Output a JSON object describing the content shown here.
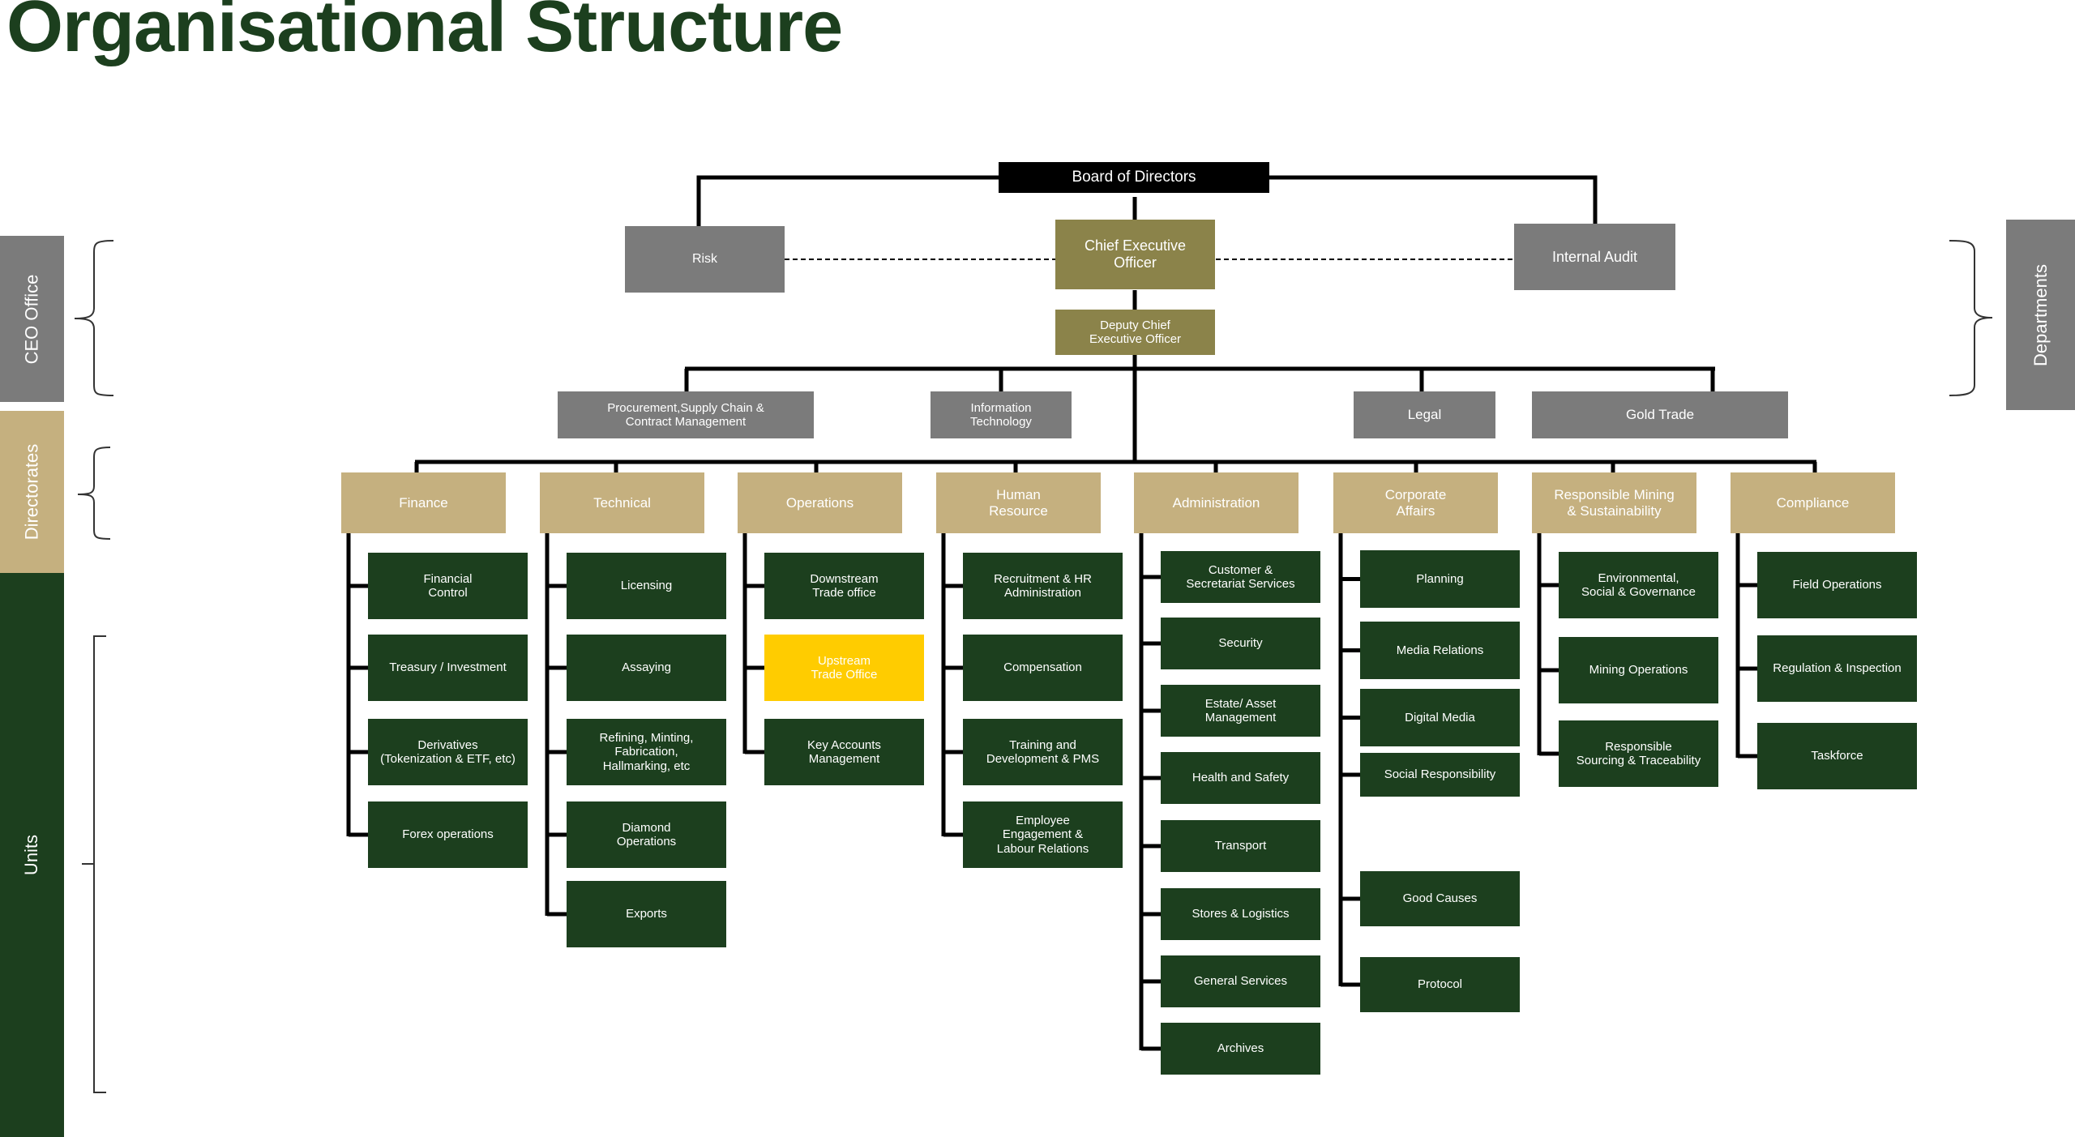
{
  "title": "Organisational Structure",
  "colors": {
    "title": "#1c3f1e",
    "board": "#000000",
    "executive": "#8b834a",
    "department": "#7b7b7b",
    "directorate": "#c5b07f",
    "unit": "#1c3f1e",
    "highlight": "#ffcc00"
  },
  "legend": {
    "ceo_office": "CEO Office",
    "directorates": "Directorates",
    "units": "Units",
    "departments": "Departments"
  },
  "top": {
    "board": "Board of Directors",
    "risk": "Risk",
    "ceo": "Chief Executive\nOfficer",
    "internal_audit": "Internal Audit",
    "deputy_ceo": "Deputy Chief\nExecutive Officer"
  },
  "departments": [
    "Procurement,Supply Chain &\nContract Management",
    "Information\nTechnology",
    "Legal",
    "Gold Trade"
  ],
  "directorates": [
    {
      "name": "Finance",
      "units": [
        "Financial\nControl",
        "Treasury / Investment",
        "Derivatives\n(Tokenization & ETF, etc)",
        "Forex operations"
      ]
    },
    {
      "name": "Technical",
      "units": [
        "Licensing",
        "Assaying",
        "Refining, Minting,\nFabrication,\nHallmarking, etc",
        "Diamond\nOperations",
        "Exports"
      ]
    },
    {
      "name": "Operations",
      "units": [
        "Downstream\nTrade office",
        "Upstream\nTrade Office",
        "Key Accounts\nManagement"
      ],
      "highlighted_unit": "Upstream\nTrade Office"
    },
    {
      "name": "Human\nResource",
      "units": [
        "Recruitment & HR\nAdministration",
        "Compensation",
        "Training and\nDevelopment & PMS",
        "Employee\nEngagement &\nLabour Relations"
      ]
    },
    {
      "name": "Administration",
      "units": [
        "Customer &\nSecretariat Services",
        "Security",
        "Estate/ Asset\nManagement",
        "Health and Safety",
        "Transport",
        "Stores & Logistics",
        "General Services",
        "Archives"
      ]
    },
    {
      "name": "Corporate\nAffairs",
      "units": [
        "Planning",
        "Media Relations",
        "Digital Media",
        "Social Responsibility",
        "Good Causes",
        "Protocol"
      ]
    },
    {
      "name": "Responsible Mining\n& Sustainability",
      "units": [
        "Environmental,\nSocial & Governance",
        "Mining Operations",
        "Responsible\nSourcing & Traceability"
      ]
    },
    {
      "name": "Compliance",
      "units": [
        "Field Operations",
        "Regulation & Inspection",
        "Taskforce"
      ]
    }
  ]
}
